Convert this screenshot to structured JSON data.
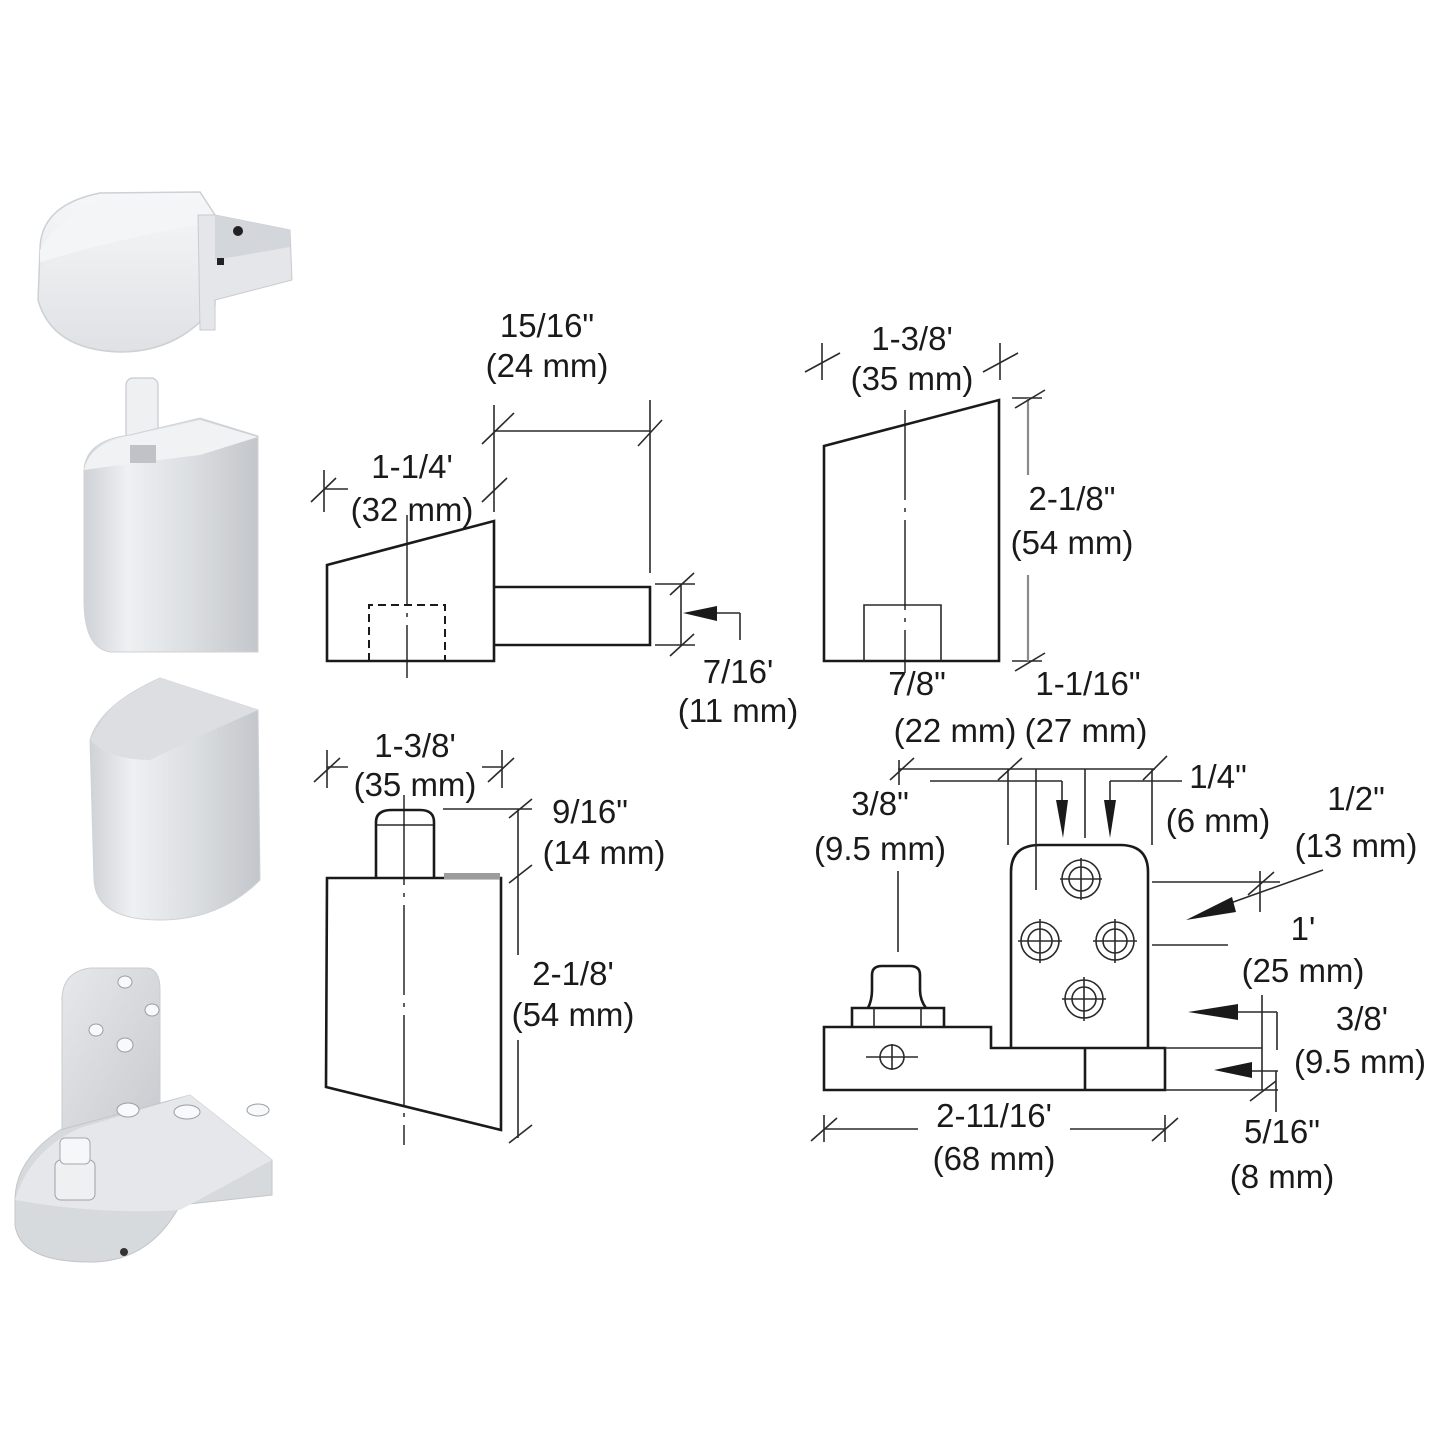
{
  "diagram": {
    "subject": "Pivot hinge set — top pivot and bottom pivot components",
    "colors": {
      "background": "#ffffff",
      "line": "#1a1a1a",
      "metal_light": "#f2f3f5",
      "metal_mid": "#d9dbde",
      "metal_dark": "#b9bcc0"
    },
    "product_photos": [
      {
        "name": "top-pivot-cap"
      },
      {
        "name": "top-pivot-body-with-pin"
      },
      {
        "name": "bottom-pivot-cover"
      },
      {
        "name": "bottom-pivot-bracket"
      }
    ],
    "views": {
      "top_pivot_side": {
        "body_width": {
          "imperial": "1-1/4'",
          "metric": "(32 mm)"
        },
        "arm_length": {
          "imperial": "15/16\"",
          "metric": "(24 mm)"
        },
        "arm_height": {
          "imperial": "7/16'",
          "metric": "(11 mm)"
        }
      },
      "top_pivot_front": {
        "width": {
          "imperial": "1-3/8'",
          "metric": "(35 mm)"
        },
        "height": {
          "imperial": "2-1/8\"",
          "metric": "(54 mm)"
        }
      },
      "bottom_cover": {
        "width": {
          "imperial": "1-3/8'",
          "metric": "(35 mm)"
        },
        "pin_height": {
          "imperial": "9/16\"",
          "metric": "(14 mm)"
        },
        "height": {
          "imperial": "2-1/8'",
          "metric": "(54 mm)"
        }
      },
      "bottom_bracket": {
        "offset_a": {
          "imperial": "7/8\"",
          "metric": "(22 mm)"
        },
        "offset_b": {
          "imperial": "1-1/16\"",
          "metric": "(27 mm)"
        },
        "hole_inset": {
          "imperial": "1/4\"",
          "metric": "(6 mm)"
        },
        "pin_dia": {
          "imperial": "3/8\"",
          "metric": "(9.5 mm)"
        },
        "top_hole": {
          "imperial": "1/2\"",
          "metric": "(13 mm)"
        },
        "hole_spacing": {
          "imperial": "1'",
          "metric": "(25 mm)"
        },
        "plate_height": {
          "imperial": "3/8'",
          "metric": "(9.5 mm)"
        },
        "base_offset": {
          "imperial": "5/16\"",
          "metric": "(8 mm)"
        },
        "overall_length": {
          "imperial": "2-11/16'",
          "metric": "(68 mm)"
        }
      }
    }
  }
}
